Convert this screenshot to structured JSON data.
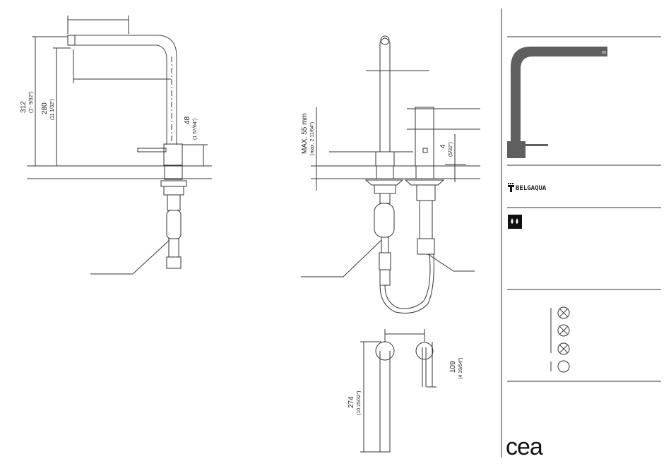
{
  "dimensions": {
    "side_view": {
      "total_height": {
        "mm": "312",
        "inch": "(1'- 9/32\")"
      },
      "spout_height": {
        "mm": "280",
        "inch": "(11 1/32\")"
      },
      "lever_height": {
        "mm": "48",
        "inch": "(1 57/64\")"
      }
    },
    "front_view": {
      "max_deck": {
        "mm": "MAX. 55 mm",
        "inch": "(max. 2 11/64\")"
      },
      "offset": {
        "mm": "4",
        "inch": "(5/32\")"
      }
    },
    "top_view": {
      "spout_length": {
        "mm": "274",
        "inch": "(10 25/32\")"
      },
      "lever_length": {
        "mm": "109",
        "inch": "(4 19/64\")"
      }
    }
  },
  "side_panel": {
    "brand": "BELGAQUA",
    "logo": "cea",
    "colors": {
      "product": "#5f5f5f",
      "icon_bg": "#111111"
    },
    "icons": {
      "water_icon": "water-drops-icon",
      "symbols": [
        "crossed-circle-icon",
        "crossed-circle-icon",
        "crossed-circle-icon",
        "empty-circle-icon"
      ]
    }
  }
}
